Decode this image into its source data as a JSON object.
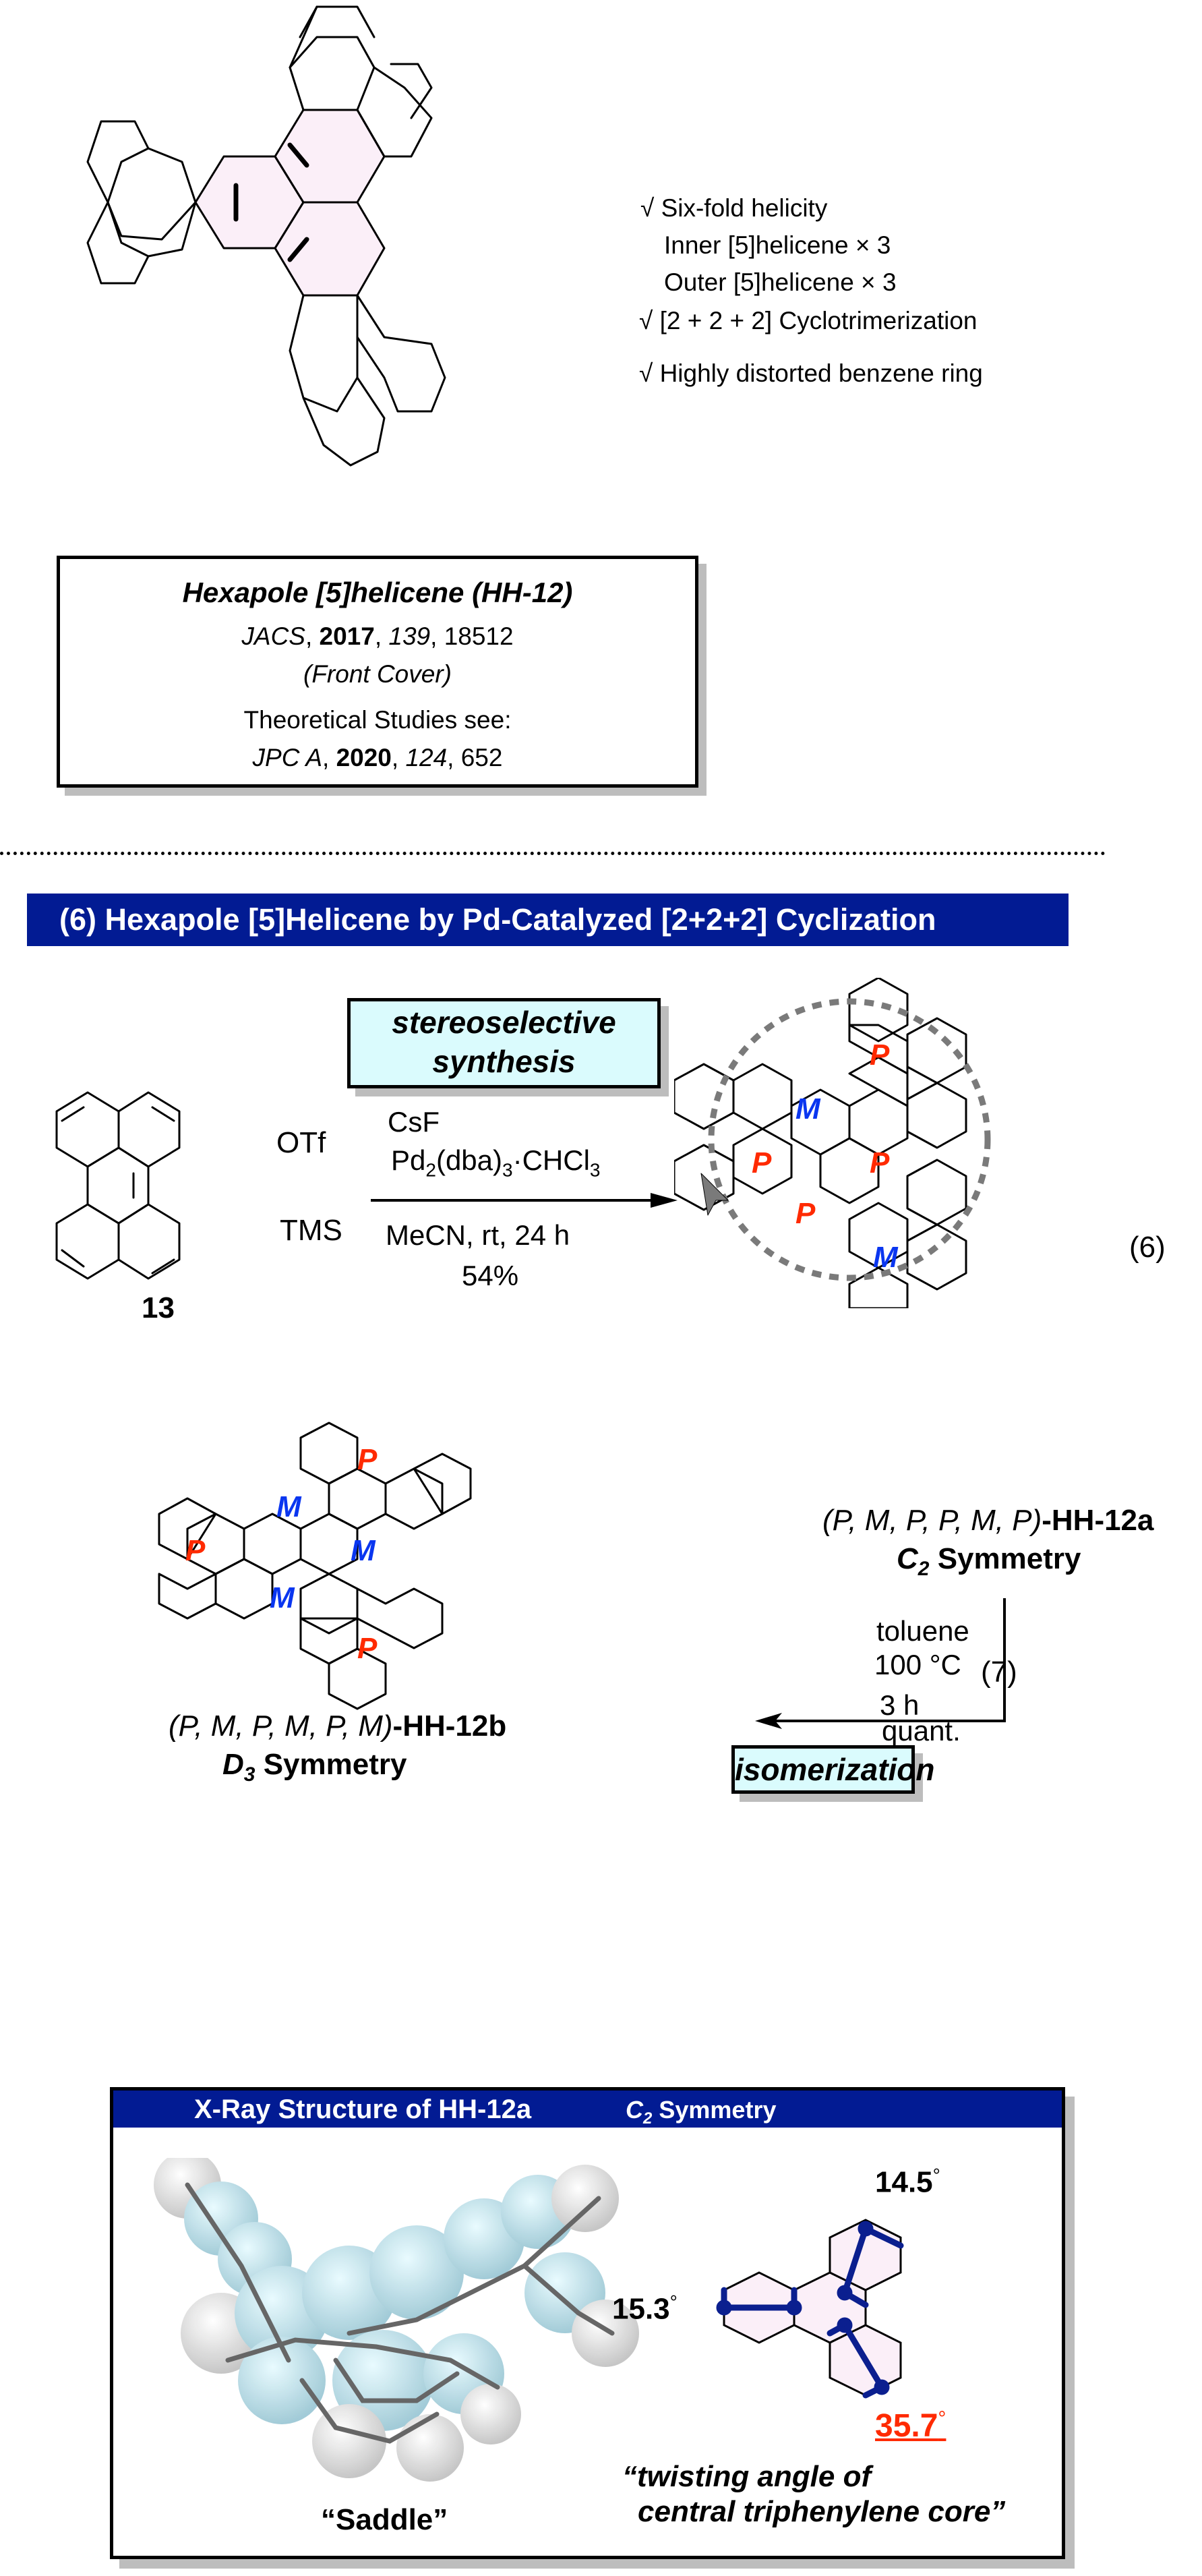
{
  "features": {
    "items": [
      "√ Six-fold helicity",
      "Inner [5]helicene × 3",
      "Outer [5]helicene × 3",
      "√ [2 + 2 + 2] Cyclotrimerization",
      "√ Highly distorted benzene ring"
    ]
  },
  "reference": {
    "title": "Hexapole [5]helicene (HH-12)",
    "jacs_journal": "JACS",
    "jacs_year": "2017",
    "jacs_volume": "139",
    "jacs_page": "18512",
    "cover_note": "(Front Cover)",
    "theory_label": "Theoretical Studies see:",
    "jpca_journal": "JPC A",
    "jpca_year": "2020",
    "jpca_volume": "124",
    "jpca_page": "652"
  },
  "section": {
    "title": "(6)  Hexapole [5]Helicene by Pd-Catalyzed [2+2+2] Cyclization"
  },
  "reaction6": {
    "tag_line1": "stereoselective",
    "tag_line2": "synthesis",
    "reagent1": "CsF",
    "reagent2_main": "Pd",
    "reagent2_sub1": "2",
    "reagent2_mid": "(dba)",
    "reagent2_sub2": "3",
    "reagent2_tail": "·CHCl",
    "reagent2_sub3": "3",
    "conditions": "MeCN, rt, 24 h",
    "yield": "54%",
    "equation_number": "(6)",
    "substituent_top": "OTf",
    "substituent_bottom": "TMS",
    "start_compound": "13"
  },
  "product_a": {
    "descriptor": "(P, M, P, P, M, P)",
    "name": "-HH-12a",
    "sym_letter": "C",
    "sym_sub": "2",
    "sym_word": " Symmetry",
    "helicity_labels": [
      "P",
      "M",
      "P",
      "P",
      "P",
      "M"
    ]
  },
  "reaction7": {
    "cond1": "toluene",
    "cond2": "100 °C",
    "cond3": "3 h",
    "yield": "quant.",
    "equation_number": "(7)",
    "tag": "isomerization"
  },
  "product_b": {
    "descriptor": "(P, M, P, M, P, M)",
    "name": "-HH-12b",
    "sym_letter": "D",
    "sym_sub": "3",
    "sym_word": " Symmetry",
    "helicity_labels": [
      "P",
      "M",
      "P",
      "M",
      "M",
      "P"
    ]
  },
  "xray": {
    "title": "X-Ray Structure of HH-12a",
    "sym_letter": "C",
    "sym_sub": "2",
    "sym_word": "Symmetry",
    "shape_label": "“Saddle”",
    "angle1": "14.5",
    "angle2": "15.3",
    "angle3": "35.7",
    "degree": "°",
    "caption_line1": "“twisting angle of",
    "caption_line2": "central triphenylene core”"
  },
  "colors": {
    "banner": "#021b93",
    "tag_fill": "#dafbfd",
    "P_label": "#ff2a00",
    "M_label": "#0a36f0",
    "core_fill": "#fbeff8",
    "highlight_bond": "#ff2a00",
    "twist_bond": "#0b1f8f"
  }
}
